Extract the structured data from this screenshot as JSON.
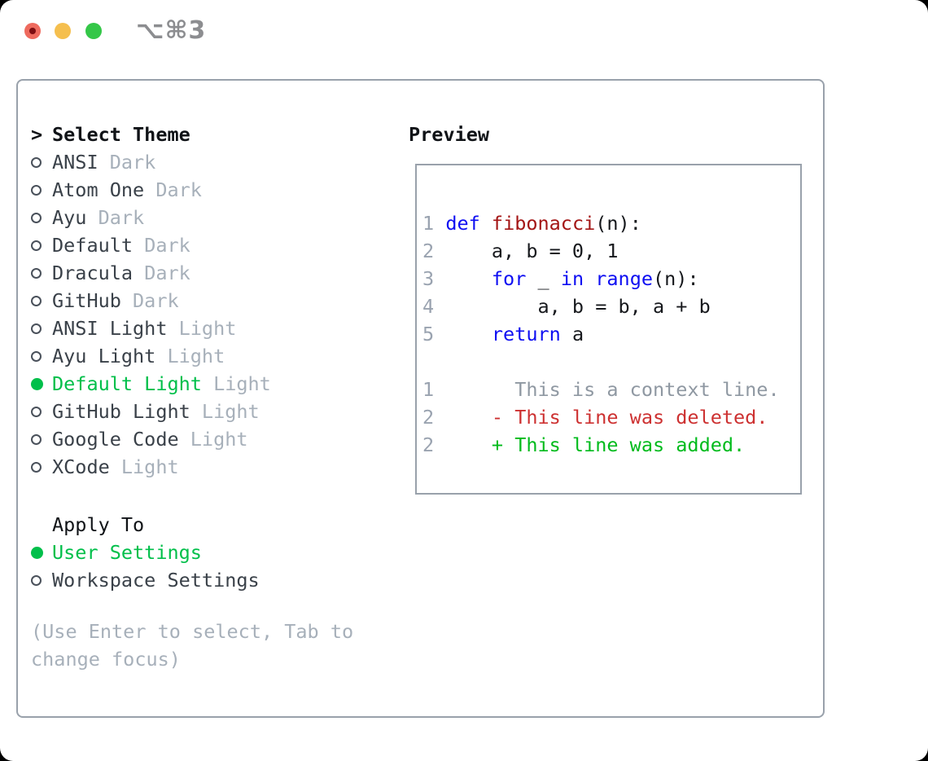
{
  "window": {
    "shortcut_label": "⌥⌘3"
  },
  "colors": {
    "selection-green": "#00bf4a",
    "keyword-blue": "#0e0ef2",
    "function-red": "#a31515",
    "deleted-red": "#cd3131",
    "added-green": "#00bb1c",
    "muted": "#a7b0ba",
    "linenum": "#9aa3b0",
    "context-gray": "#8f98a2",
    "border": "#99a1ab",
    "text-dark": "#101317",
    "text-name": "#3a4149",
    "code-plain": "#16181c",
    "tl-red": "#ee6a5e",
    "tl-red-dot": "#7e0d11",
    "tl-yellow": "#f5bf4e",
    "tl-green": "#34c748"
  },
  "theme_panel": {
    "header": {
      "marker": ">",
      "title": "Select Theme"
    },
    "themes": [
      {
        "name": "ANSI",
        "variant": "Dark",
        "selected": false
      },
      {
        "name": "Atom One",
        "variant": "Dark",
        "selected": false
      },
      {
        "name": "Ayu",
        "variant": "Dark",
        "selected": false
      },
      {
        "name": "Default",
        "variant": "Dark",
        "selected": false
      },
      {
        "name": "Dracula",
        "variant": "Dark",
        "selected": false
      },
      {
        "name": "GitHub",
        "variant": "Dark",
        "selected": false
      },
      {
        "name": "ANSI Light",
        "variant": "Light",
        "selected": false
      },
      {
        "name": "Ayu Light",
        "variant": "Light",
        "selected": false
      },
      {
        "name": "Default Light",
        "variant": "Light",
        "selected": true
      },
      {
        "name": "GitHub Light",
        "variant": "Light",
        "selected": false
      },
      {
        "name": "Google Code",
        "variant": "Light",
        "selected": false
      },
      {
        "name": "XCode",
        "variant": "Light",
        "selected": false
      }
    ],
    "apply_to": {
      "title": "Apply To",
      "options": [
        {
          "label": "User Settings",
          "selected": true
        },
        {
          "label": "Workspace Settings",
          "selected": false
        }
      ]
    },
    "hint": "(Use Enter to select, Tab to change focus)"
  },
  "preview": {
    "title": "Preview",
    "lines": [
      [
        {
          "c": "num",
          "t": "1"
        },
        {
          "c": "plain",
          "t": " "
        },
        {
          "c": "kw",
          "t": "def"
        },
        {
          "c": "plain",
          "t": " "
        },
        {
          "c": "fn",
          "t": "fibonacci"
        },
        {
          "c": "plain",
          "t": "(n):"
        }
      ],
      [
        {
          "c": "num",
          "t": "2"
        },
        {
          "c": "plain",
          "t": "     a, b = 0, 1"
        }
      ],
      [
        {
          "c": "num",
          "t": "3"
        },
        {
          "c": "plain",
          "t": "     "
        },
        {
          "c": "kw",
          "t": "for"
        },
        {
          "c": "plain",
          "t": " _ "
        },
        {
          "c": "kw",
          "t": "in"
        },
        {
          "c": "plain",
          "t": " "
        },
        {
          "c": "kw",
          "t": "range"
        },
        {
          "c": "plain",
          "t": "(n):"
        }
      ],
      [
        {
          "c": "num",
          "t": "4"
        },
        {
          "c": "plain",
          "t": "         a, b = b, a + b"
        }
      ],
      [
        {
          "c": "num",
          "t": "5"
        },
        {
          "c": "plain",
          "t": "     "
        },
        {
          "c": "kw",
          "t": "return"
        },
        {
          "c": "plain",
          "t": " a"
        }
      ],
      [],
      [
        {
          "c": "num",
          "t": "1"
        },
        {
          "c": "ctx",
          "t": "       This is a context line."
        }
      ],
      [
        {
          "c": "num",
          "t": "2"
        },
        {
          "c": "del",
          "t": "     - This line was deleted."
        }
      ],
      [
        {
          "c": "num",
          "t": "2"
        },
        {
          "c": "add",
          "t": "     + This line was added."
        }
      ]
    ]
  }
}
